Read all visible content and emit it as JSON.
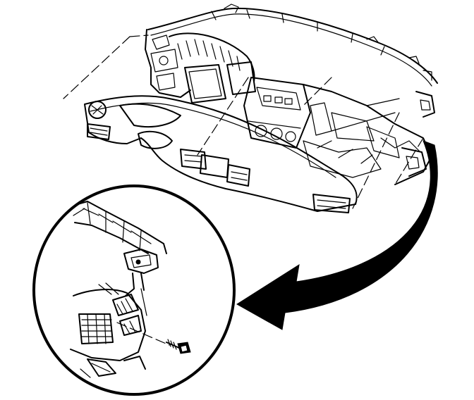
{
  "figure": {
    "colors": {
      "ink": "#000000",
      "paper": "#ffffff"
    },
    "icons": {
      "dashboard": "instrument-panel-carrier",
      "trim": "instrument-panel-trim-pad",
      "detail": "detail-magnifier-circle",
      "arrow": "curved-callout-arrow",
      "fastener": "bolt-icon"
    }
  }
}
